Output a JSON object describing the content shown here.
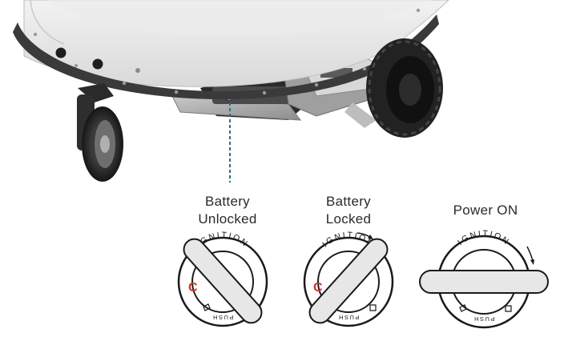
{
  "labels": {
    "unlocked_line1": "Battery",
    "unlocked_line2": "Unlocked",
    "locked_line1": "Battery",
    "locked_line2": "Locked",
    "power_on": "Power ON"
  },
  "switch": {
    "ring_label": "IGNITION",
    "push_label": "PUSH",
    "off_mark": "C",
    "off_mark_color": "#d0312d"
  },
  "colors": {
    "pointer_line": "#2f6f7f",
    "handle_fill": "#e7e7e7",
    "outline": "#1a1a1a",
    "bumper": "#3a3a3a"
  },
  "icons": [
    "robot-base-illustration",
    "battery-location-pointer",
    "key-switch-icon",
    "rotation-arrow-icon"
  ]
}
